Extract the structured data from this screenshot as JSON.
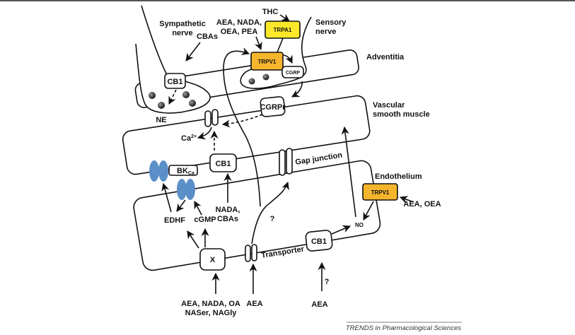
{
  "labels": {
    "sympathetic_nerve": [
      "Sympathetic",
      "nerve"
    ],
    "cbas_top": "CBAs",
    "thc": "THC",
    "agonists_top": [
      "AEA, NADA,",
      "OEA, PEA"
    ],
    "sensory_nerve": [
      "Sensory",
      "nerve"
    ],
    "adventitia": "Adventitia",
    "vascular_smooth_muscle": [
      "Vascular",
      "smooth muscle"
    ],
    "ne": "NE",
    "ca": "Ca",
    "ca_sup": "2+",
    "gap_junction": "Gap junction",
    "endothelium": "Endothelium",
    "aea_oea": "AEA, OEA",
    "no": "NO",
    "edhf": "EDHF",
    "cgmp": "cGMP",
    "nada_cbas": [
      "NADA,",
      "CBAs"
    ],
    "question_mid": "?",
    "transporter": "Transporter",
    "x_agonists": [
      "AEA, NADA, OA",
      "NASer, NAGly"
    ],
    "aea_transporter": "AEA",
    "aea_cb1": "AEA",
    "question_bottom": "?"
  },
  "boxes": {
    "trpa1": "TRPA1",
    "trpv1_sensory": "TRPV1",
    "cgrp": "CGRP",
    "cb1_nerve": "CB1",
    "cgrpr": "CGRPr",
    "cb1_muscle": "CB1",
    "bkca": "BK",
    "bkca_sub": "Ca",
    "x": "X",
    "cb1_endo": "CB1",
    "trpv1_endo": "TRPV1"
  },
  "colors": {
    "trpa1": "#fbe82a",
    "trpv1": "#f5b52c",
    "bkca_channel": "#5b8fc8"
  },
  "footer": "TRENDS in Pharmacological Sciences"
}
